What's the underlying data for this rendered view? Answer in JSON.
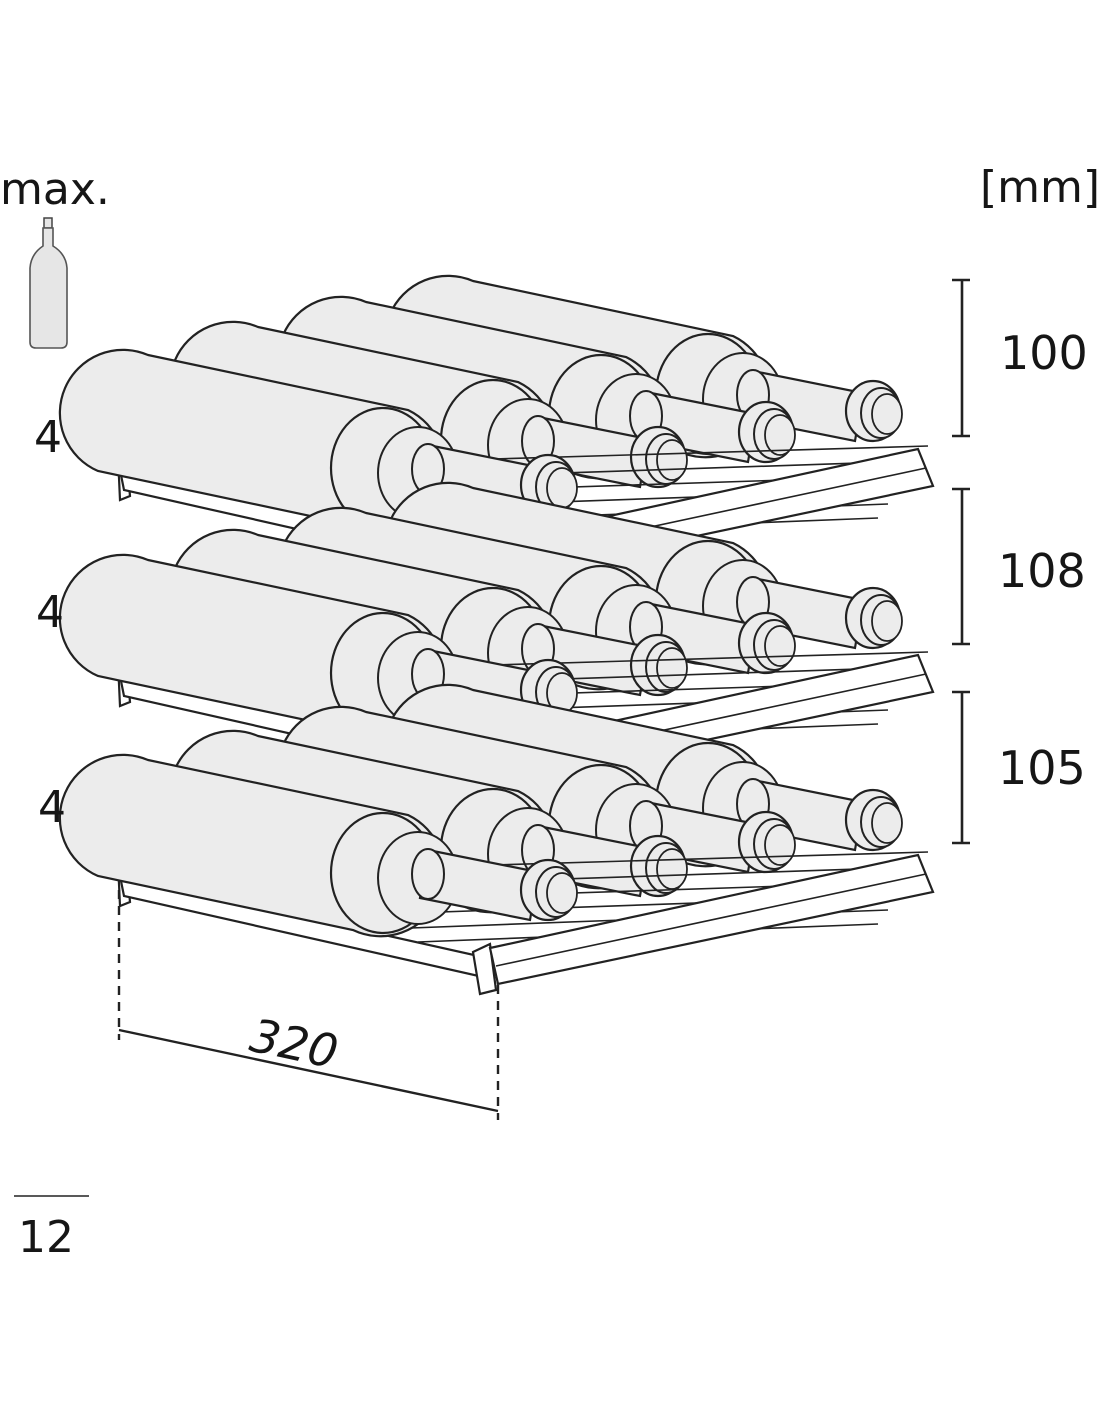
{
  "header": {
    "max_label": "max.",
    "unit_label": "[mm]"
  },
  "shelves": [
    {
      "bottle_count": "4",
      "height": "100"
    },
    {
      "bottle_count": "4",
      "height": "108"
    },
    {
      "bottle_count": "4",
      "height": "105"
    }
  ],
  "width_label": "320",
  "total": "12",
  "icons": {
    "bottle_icon": "wine-bottle-icon",
    "shelf": "wire-shelf",
    "bottle": "lying-bottle"
  },
  "colors": {
    "line": "#222222",
    "bottle_fill": "#ececec",
    "shelf_fill": "#ffffff"
  }
}
